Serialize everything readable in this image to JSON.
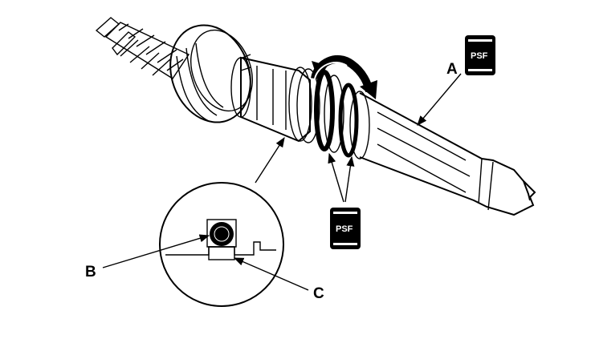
{
  "callouts": {
    "a": "A",
    "b": "B",
    "c": "C"
  },
  "badges": {
    "top": "PSF",
    "bottom": "PSF"
  },
  "colors": {
    "ink": "#000000",
    "paper": "#ffffff"
  }
}
